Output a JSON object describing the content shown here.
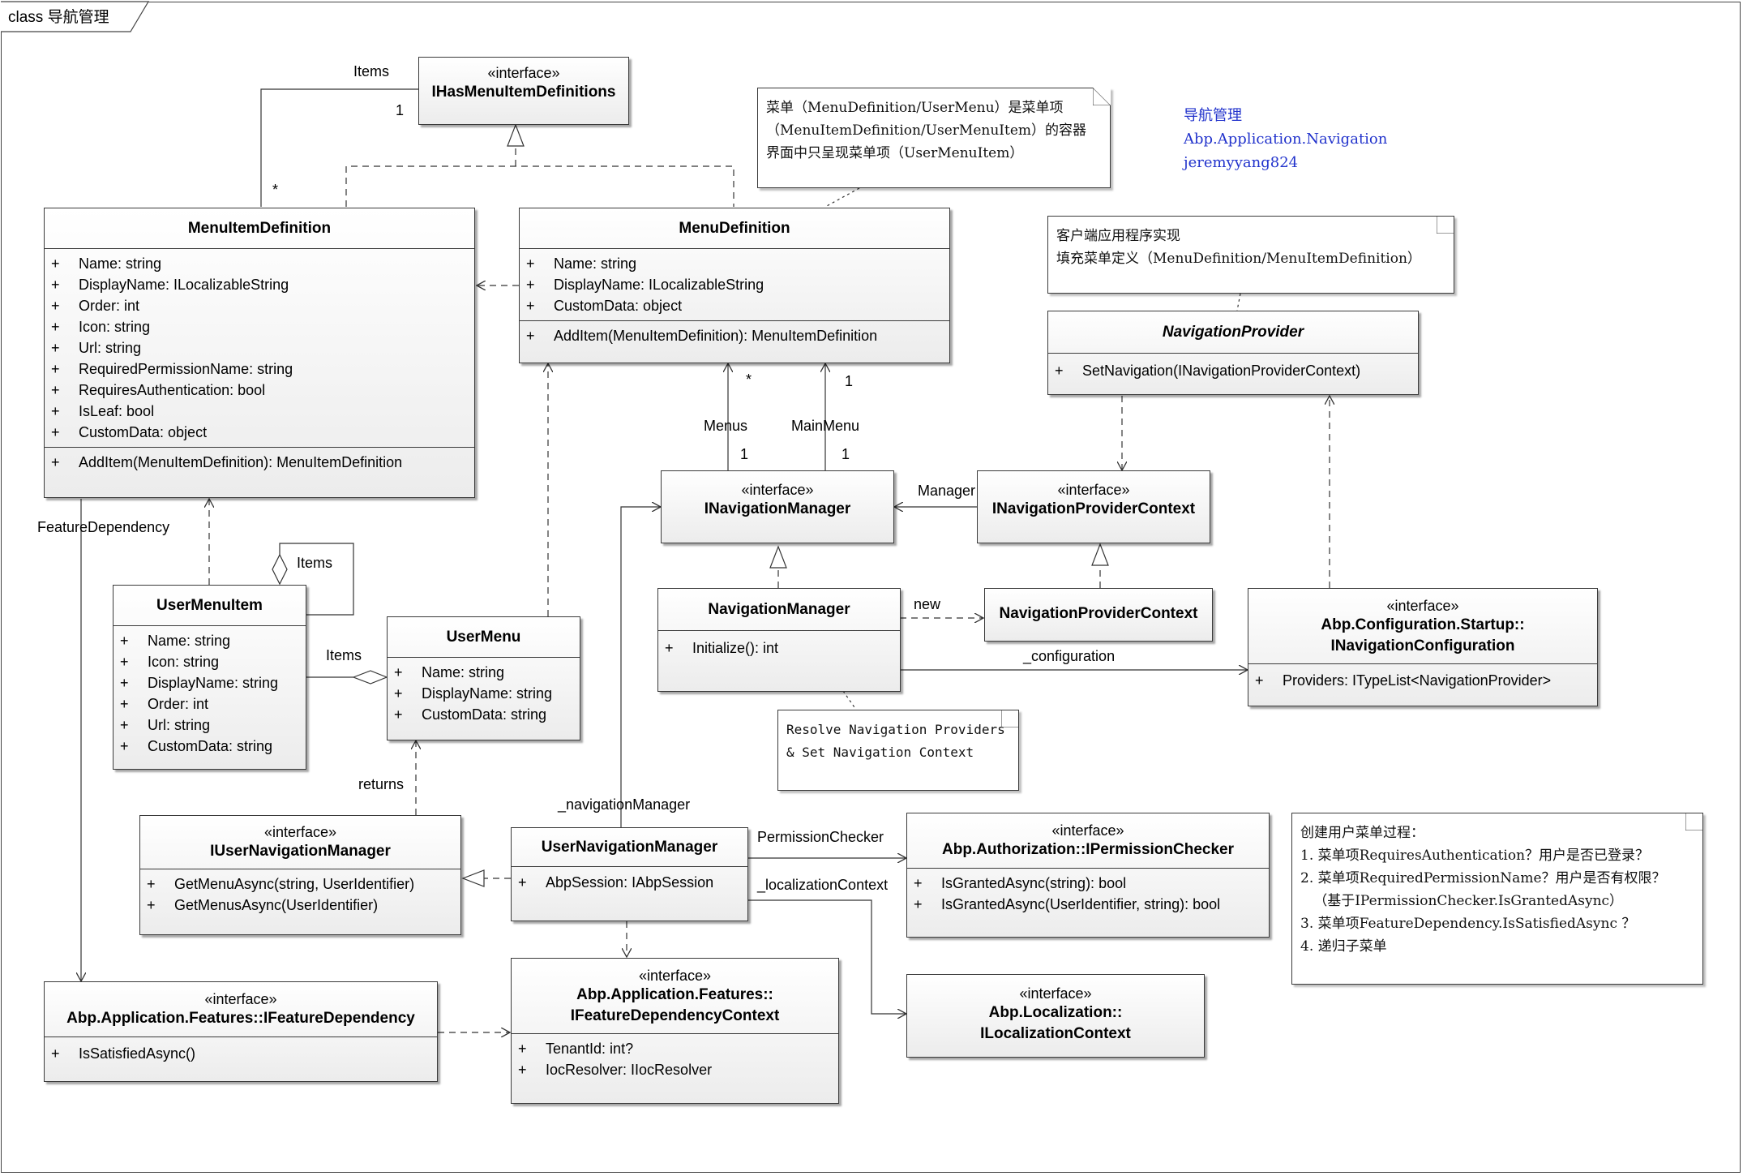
{
  "frame": {
    "title": "class 导航管理"
  },
  "info": {
    "line1": "导航管理",
    "line2": "Abp.Application.Navigation",
    "line3": "jeremyyang824"
  },
  "classes": {
    "ihas": {
      "stereotype": "«interface»",
      "name": "IHasMenuItemDefinitions"
    },
    "menuItemDef": {
      "name": "MenuItemDefinition",
      "attributes": [
        "Name: string",
        "DisplayName: ILocalizableString",
        "Order: int",
        "Icon: string",
        "Url: string",
        "RequiredPermissionName: string",
        "RequiresAuthentication: bool",
        "IsLeaf: bool",
        "CustomData: object"
      ],
      "operations": [
        "AddItem(MenuItemDefinition): MenuItemDefinition"
      ]
    },
    "menuDef": {
      "name": "MenuDefinition",
      "attributes": [
        "Name: string",
        "DisplayName: ILocalizableString",
        "CustomData: object"
      ],
      "operations": [
        "AddItem(MenuItemDefinition): MenuItemDefinition"
      ]
    },
    "navProvider": {
      "name": "NavigationProvider",
      "operations": [
        "SetNavigation(INavigationProviderContext)"
      ]
    },
    "iNavManager": {
      "stereotype": "«interface»",
      "name": "INavigationManager"
    },
    "iNavProviderCtx": {
      "stereotype": "«interface»",
      "name": "INavigationProviderContext"
    },
    "navManager": {
      "name": "NavigationManager",
      "operations": [
        "Initialize(): int"
      ]
    },
    "navProviderCtx": {
      "name": "NavigationProviderContext"
    },
    "iNavConfig": {
      "stereotype": "«interface»",
      "name_line1": "Abp.Configuration.Startup::",
      "name_line2": "INavigationConfiguration",
      "attributes": [
        "Providers: ITypeList<NavigationProvider>"
      ]
    },
    "userMenuItem": {
      "name": "UserMenuItem",
      "attributes": [
        "Name: string",
        "Icon: string",
        "DisplayName: string",
        "Order: int",
        "Url: string",
        "CustomData: string"
      ]
    },
    "userMenu": {
      "name": "UserMenu",
      "attributes": [
        "Name: string",
        "DisplayName: string",
        "CustomData: string"
      ]
    },
    "iUserNavManager": {
      "stereotype": "«interface»",
      "name": "IUserNavigationManager",
      "operations": [
        "GetMenuAsync(string, UserIdentifier)",
        "GetMenusAsync(UserIdentifier)"
      ]
    },
    "userNavManager": {
      "name": "UserNavigationManager",
      "attributes": [
        "AbpSession: IAbpSession"
      ]
    },
    "iPermChecker": {
      "stereotype": "«interface»",
      "name": "Abp.Authorization::IPermissionChecker",
      "operations": [
        "IsGrantedAsync(string): bool",
        "IsGrantedAsync(UserIdentifier, string): bool"
      ]
    },
    "iFeatureDep": {
      "stereotype": "«interface»",
      "name": "Abp.Application.Features::IFeatureDependency",
      "operations": [
        "IsSatisfiedAsync()"
      ]
    },
    "iFeatureDepCtx": {
      "stereotype": "«interface»",
      "name_line1": "Abp.Application.Features::",
      "name_line2": "IFeatureDependencyContext",
      "attributes": [
        "TenantId: int?",
        "IocResolver: IIocResolver"
      ]
    },
    "iLocCtx": {
      "stereotype": "«interface»",
      "name_line1": "Abp.Localization::",
      "name_line2": "ILocalizationContext"
    }
  },
  "notes": {
    "menuNote": [
      "菜单（MenuDefinition/UserMenu）是菜单项",
      "（MenuItemDefinition/UserMenuItem）的容器",
      "界面中只呈现菜单项（UserMenuItem）"
    ],
    "clientNote": [
      "客户端应用程序实现",
      "填充菜单定义（MenuDefinition/MenuItemDefinition）"
    ],
    "resolveNote": [
      "Resolve Navigation Providers",
      "& Set Navigation Context"
    ],
    "processNote": [
      "创建用户菜单过程：",
      "1. 菜单项RequiresAuthentication？用户是否已登录？",
      "2. 菜单项RequiredPermissionName？用户是否有权限？",
      "   （基于IPermissionChecker.IsGrantedAsync）",
      "3. 菜单项FeatureDependency.IsSatisfiedAsync ？",
      "4. 递归子菜单"
    ]
  },
  "labels": {
    "items_top": "Items",
    "one_top": "1",
    "star_left": "*",
    "star_menus": "*",
    "one_mainmenu": "1",
    "menus": "Menus",
    "mainmenu": "MainMenu",
    "one_menus_bottom": "1",
    "one_mainmenu_bottom": "1",
    "manager": "Manager",
    "feature_dependency": "FeatureDependency",
    "items_self": "Items",
    "items_usermenu": "Items",
    "new": "new",
    "configuration": "_configuration",
    "returns": "returns",
    "navigation_manager": "_navigationManager",
    "permission_checker": "PermissionChecker",
    "localization_context": "_localizationContext"
  }
}
